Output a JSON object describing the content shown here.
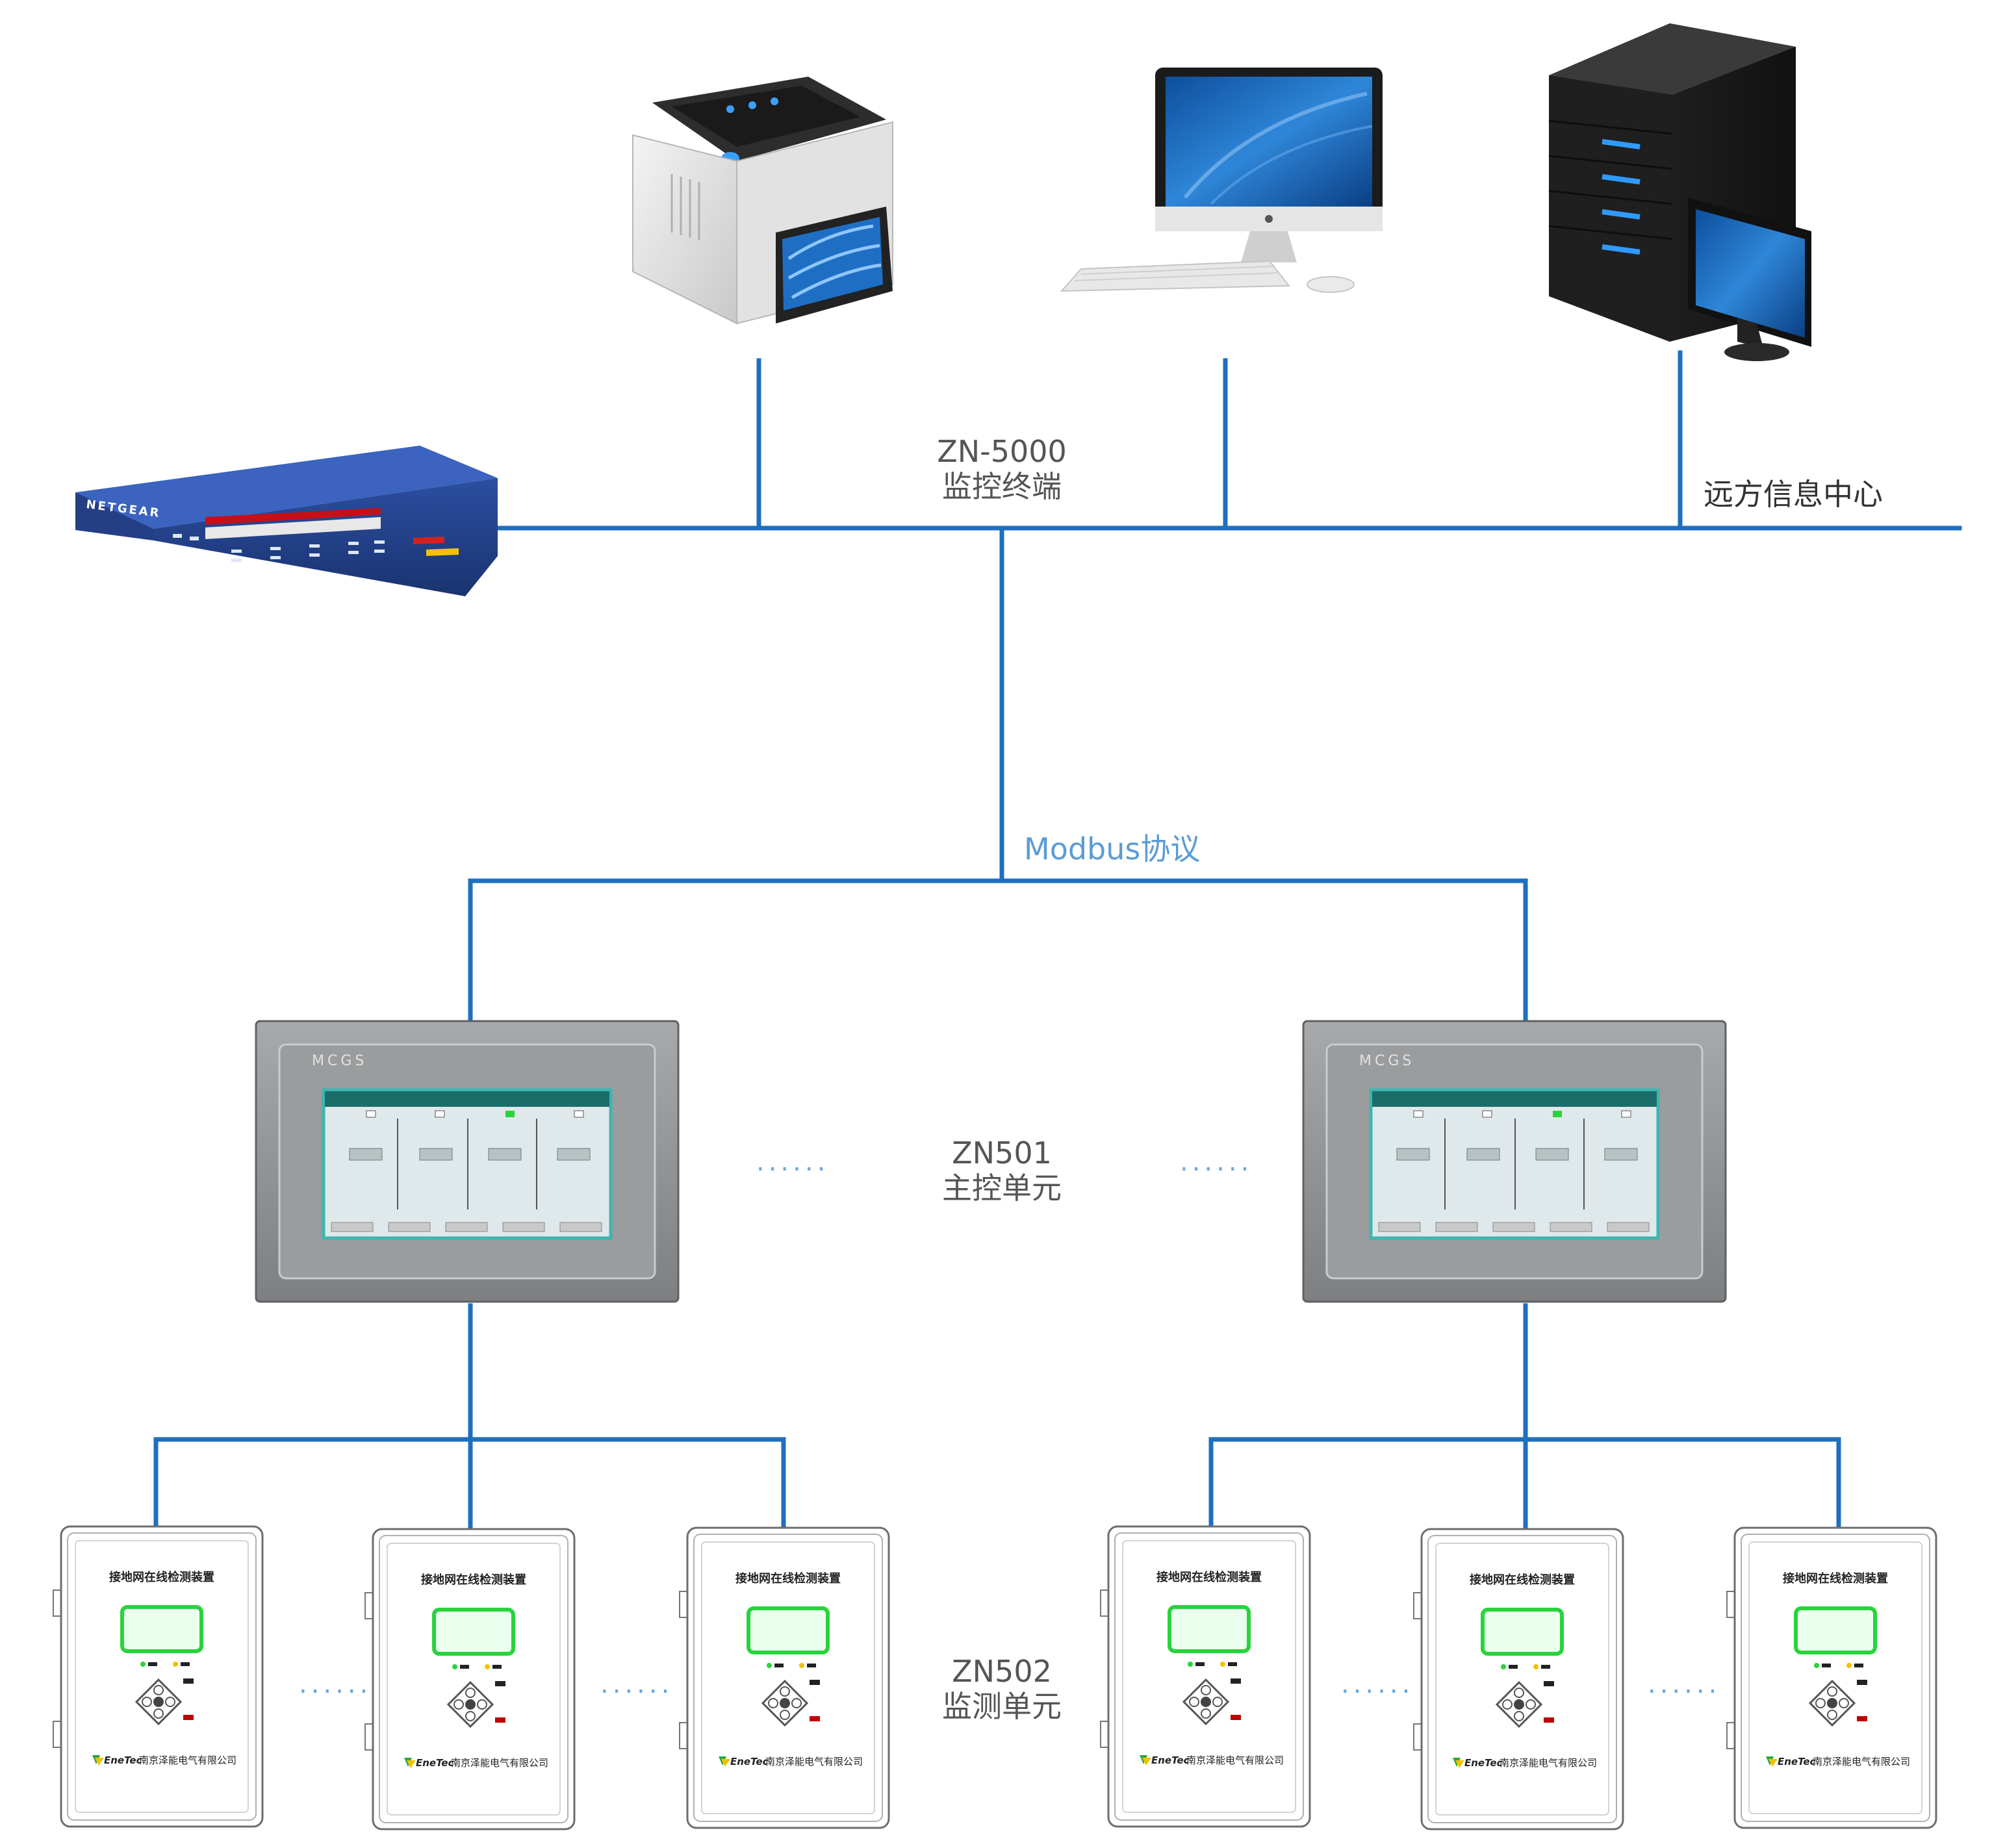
{
  "labels": {
    "terminal_code": "ZN-5000",
    "terminal_name": "监控终端",
    "remote_center": "远方信息中心",
    "protocol": "Modbus协议",
    "main_unit_code": "ZN501",
    "main_unit_name": "主控单元",
    "monitor_unit_code": "ZN502",
    "monitor_unit_name": "监测单元"
  },
  "device_text": {
    "switch_brand": "NETGEAR",
    "hmi_brand": "MCGS",
    "monitor_device_title": "接地网在线检测装置",
    "monitor_device_logo": "EneTec",
    "monitor_device_company": "南京泽能电气有限公司"
  },
  "ellipsis": "......",
  "colors": {
    "bus_line": "#1f6fbf",
    "protocol_text": "#5b9bd5",
    "screen_green": "#29d33c",
    "hmi_frame": "#8f9193"
  },
  "icons": [
    "printer-icon",
    "desktop-computer-icon",
    "server-icon",
    "network-switch-icon",
    "touch-panel-icon",
    "monitor-device-icon"
  ]
}
